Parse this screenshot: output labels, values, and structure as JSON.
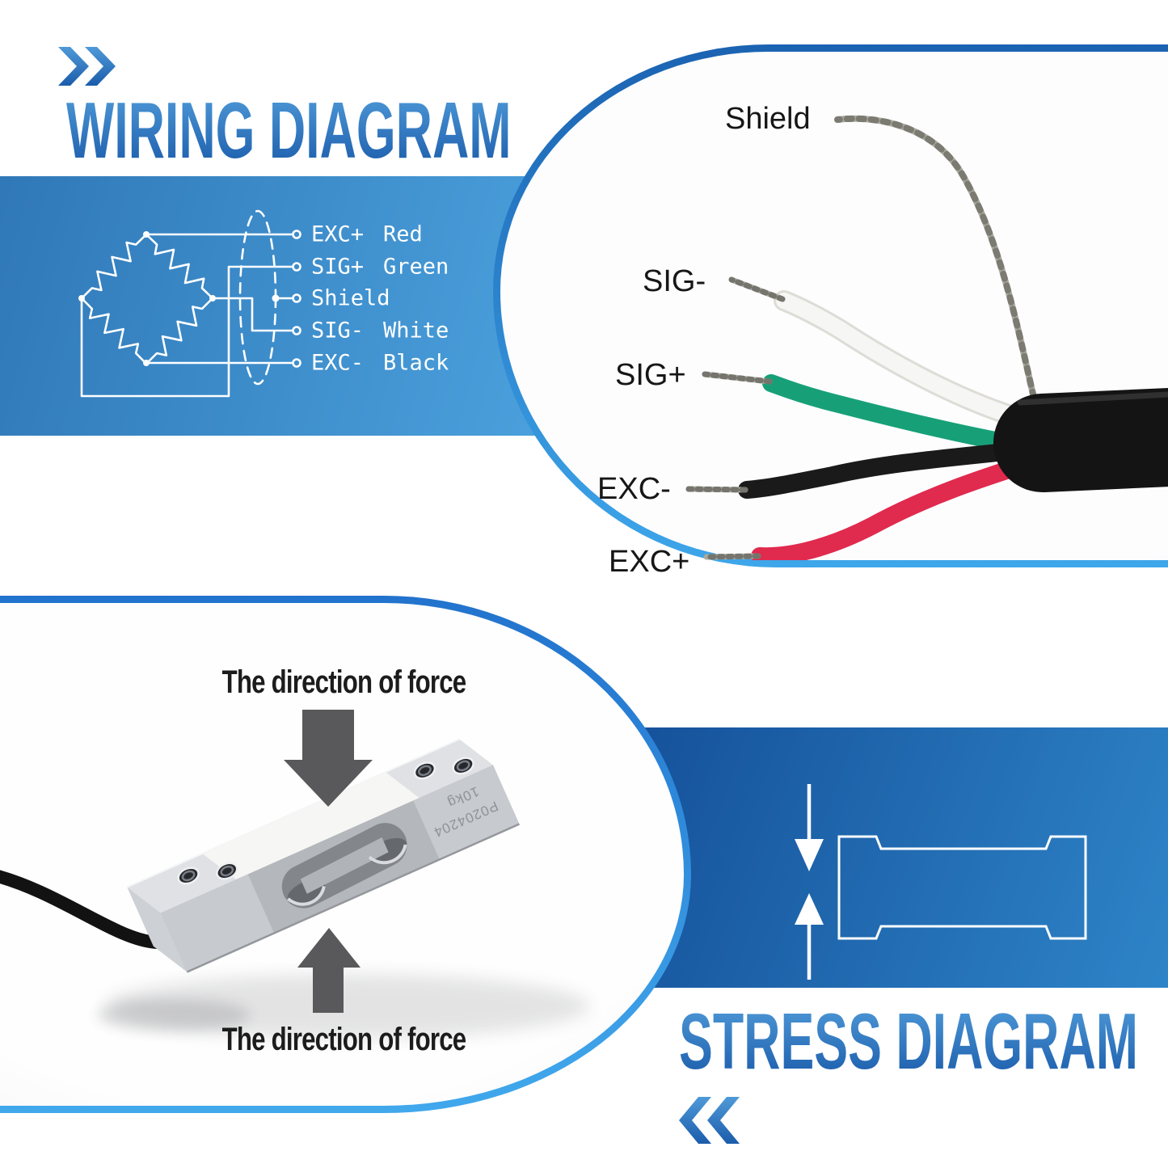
{
  "colors": {
    "title_gradient_top": "#4f9ad8",
    "title_gradient_bottom": "#1b5cab",
    "wiring_banner_start": "#3078b8",
    "wiring_banner_end": "#4aa0dc",
    "stress_panel_start": "#15519a",
    "stress_panel_end": "#2e84c8",
    "photo_frame_top_start": "#1b63b2",
    "photo_frame_top_end": "#3ea6ea",
    "photo_frame_bottom_start": "#2273cd",
    "photo_frame_bottom_end": "#41a8ec",
    "force_arrow_gray": "#59595b",
    "wire_red": "#e02a4e",
    "wire_green": "#17a078",
    "wire_white": "#f6f6f4",
    "wire_black": "#1a1a1a",
    "wire_shield": "#a9a99f",
    "label_ink": "#161616",
    "schematic_ink": "#ffffff"
  },
  "wiring_section": {
    "title": "WIRING DIAGRAM",
    "chevrons_icon": "double-chevron-right",
    "schematic": {
      "rows": [
        {
          "name": "EXC+",
          "color": "Red"
        },
        {
          "name": "SIG+",
          "color": "Green"
        },
        {
          "name": "Shield",
          "color": ""
        },
        {
          "name": "SIG-",
          "color": "White"
        },
        {
          "name": "EXC-",
          "color": "Black"
        }
      ]
    },
    "cable_photo": {
      "labels": [
        {
          "text": "Shield"
        },
        {
          "text": "SIG-"
        },
        {
          "text": "SIG+"
        },
        {
          "text": "EXC-"
        },
        {
          "text": "EXC+"
        }
      ]
    }
  },
  "force_section": {
    "top_label": "The direction of force",
    "bottom_label": "The direction of force",
    "load_cell_markings": {
      "serial": "P0204204",
      "capacity": "10kg"
    }
  },
  "stress_section": {
    "title": "STRESS DIAGRAM",
    "chevrons_icon": "double-chevron-left"
  }
}
